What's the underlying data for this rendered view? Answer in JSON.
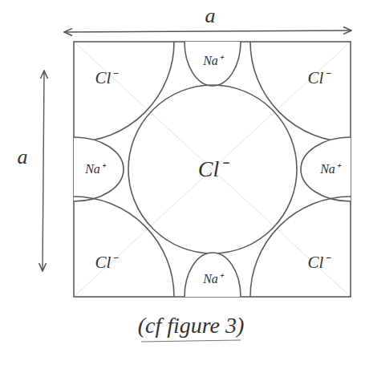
{
  "diagram": {
    "caption": "(cf figure 3)",
    "nodes": [
      {
        "text": [
          "Cl⁻"
        ]
      },
      {
        "text": [
          "Na⁺"
        ]
      },
      {
        "text": [
          "Cl⁻"
        ]
      },
      {
        "text": [
          "Na⁺"
        ]
      },
      {
        "text": [
          "Cl⁻"
        ]
      },
      {
        "text": [
          "Na⁺"
        ]
      },
      {
        "text": [
          "Cl⁻"
        ]
      },
      {
        "text": [
          "Na⁺"
        ]
      },
      {
        "text": [
          "Cl⁻"
        ]
      }
    ],
    "labels": [
      "a",
      "a"
    ]
  }
}
